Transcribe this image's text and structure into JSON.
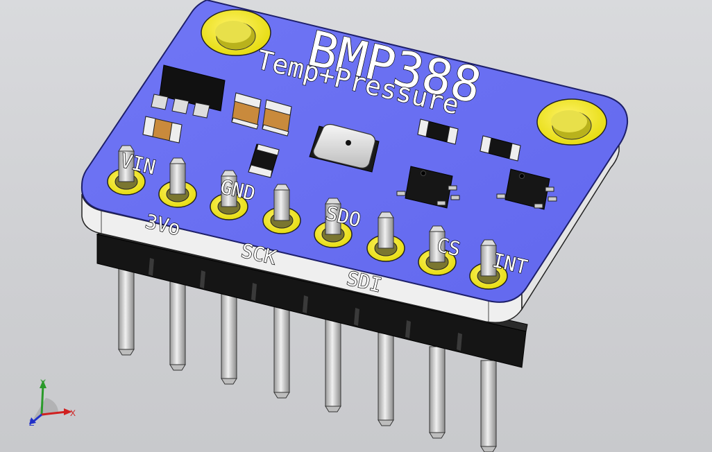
{
  "board": {
    "name": "BMP388",
    "subtitle": "Temp+Pressure",
    "pins": [
      "VIN",
      "3Vo",
      "GND",
      "SCK",
      "SDO",
      "SDI",
      "CS",
      "INT"
    ]
  },
  "triad": {
    "x": "X",
    "y": "Y",
    "z": "Z"
  },
  "colors": {
    "pcb": "#6a70f3",
    "pcb_edge": "#4a50c8",
    "pad": "#f2ea1a",
    "header": "#111111",
    "pin": "#c9c9c9",
    "background": "#d3d4d7"
  }
}
